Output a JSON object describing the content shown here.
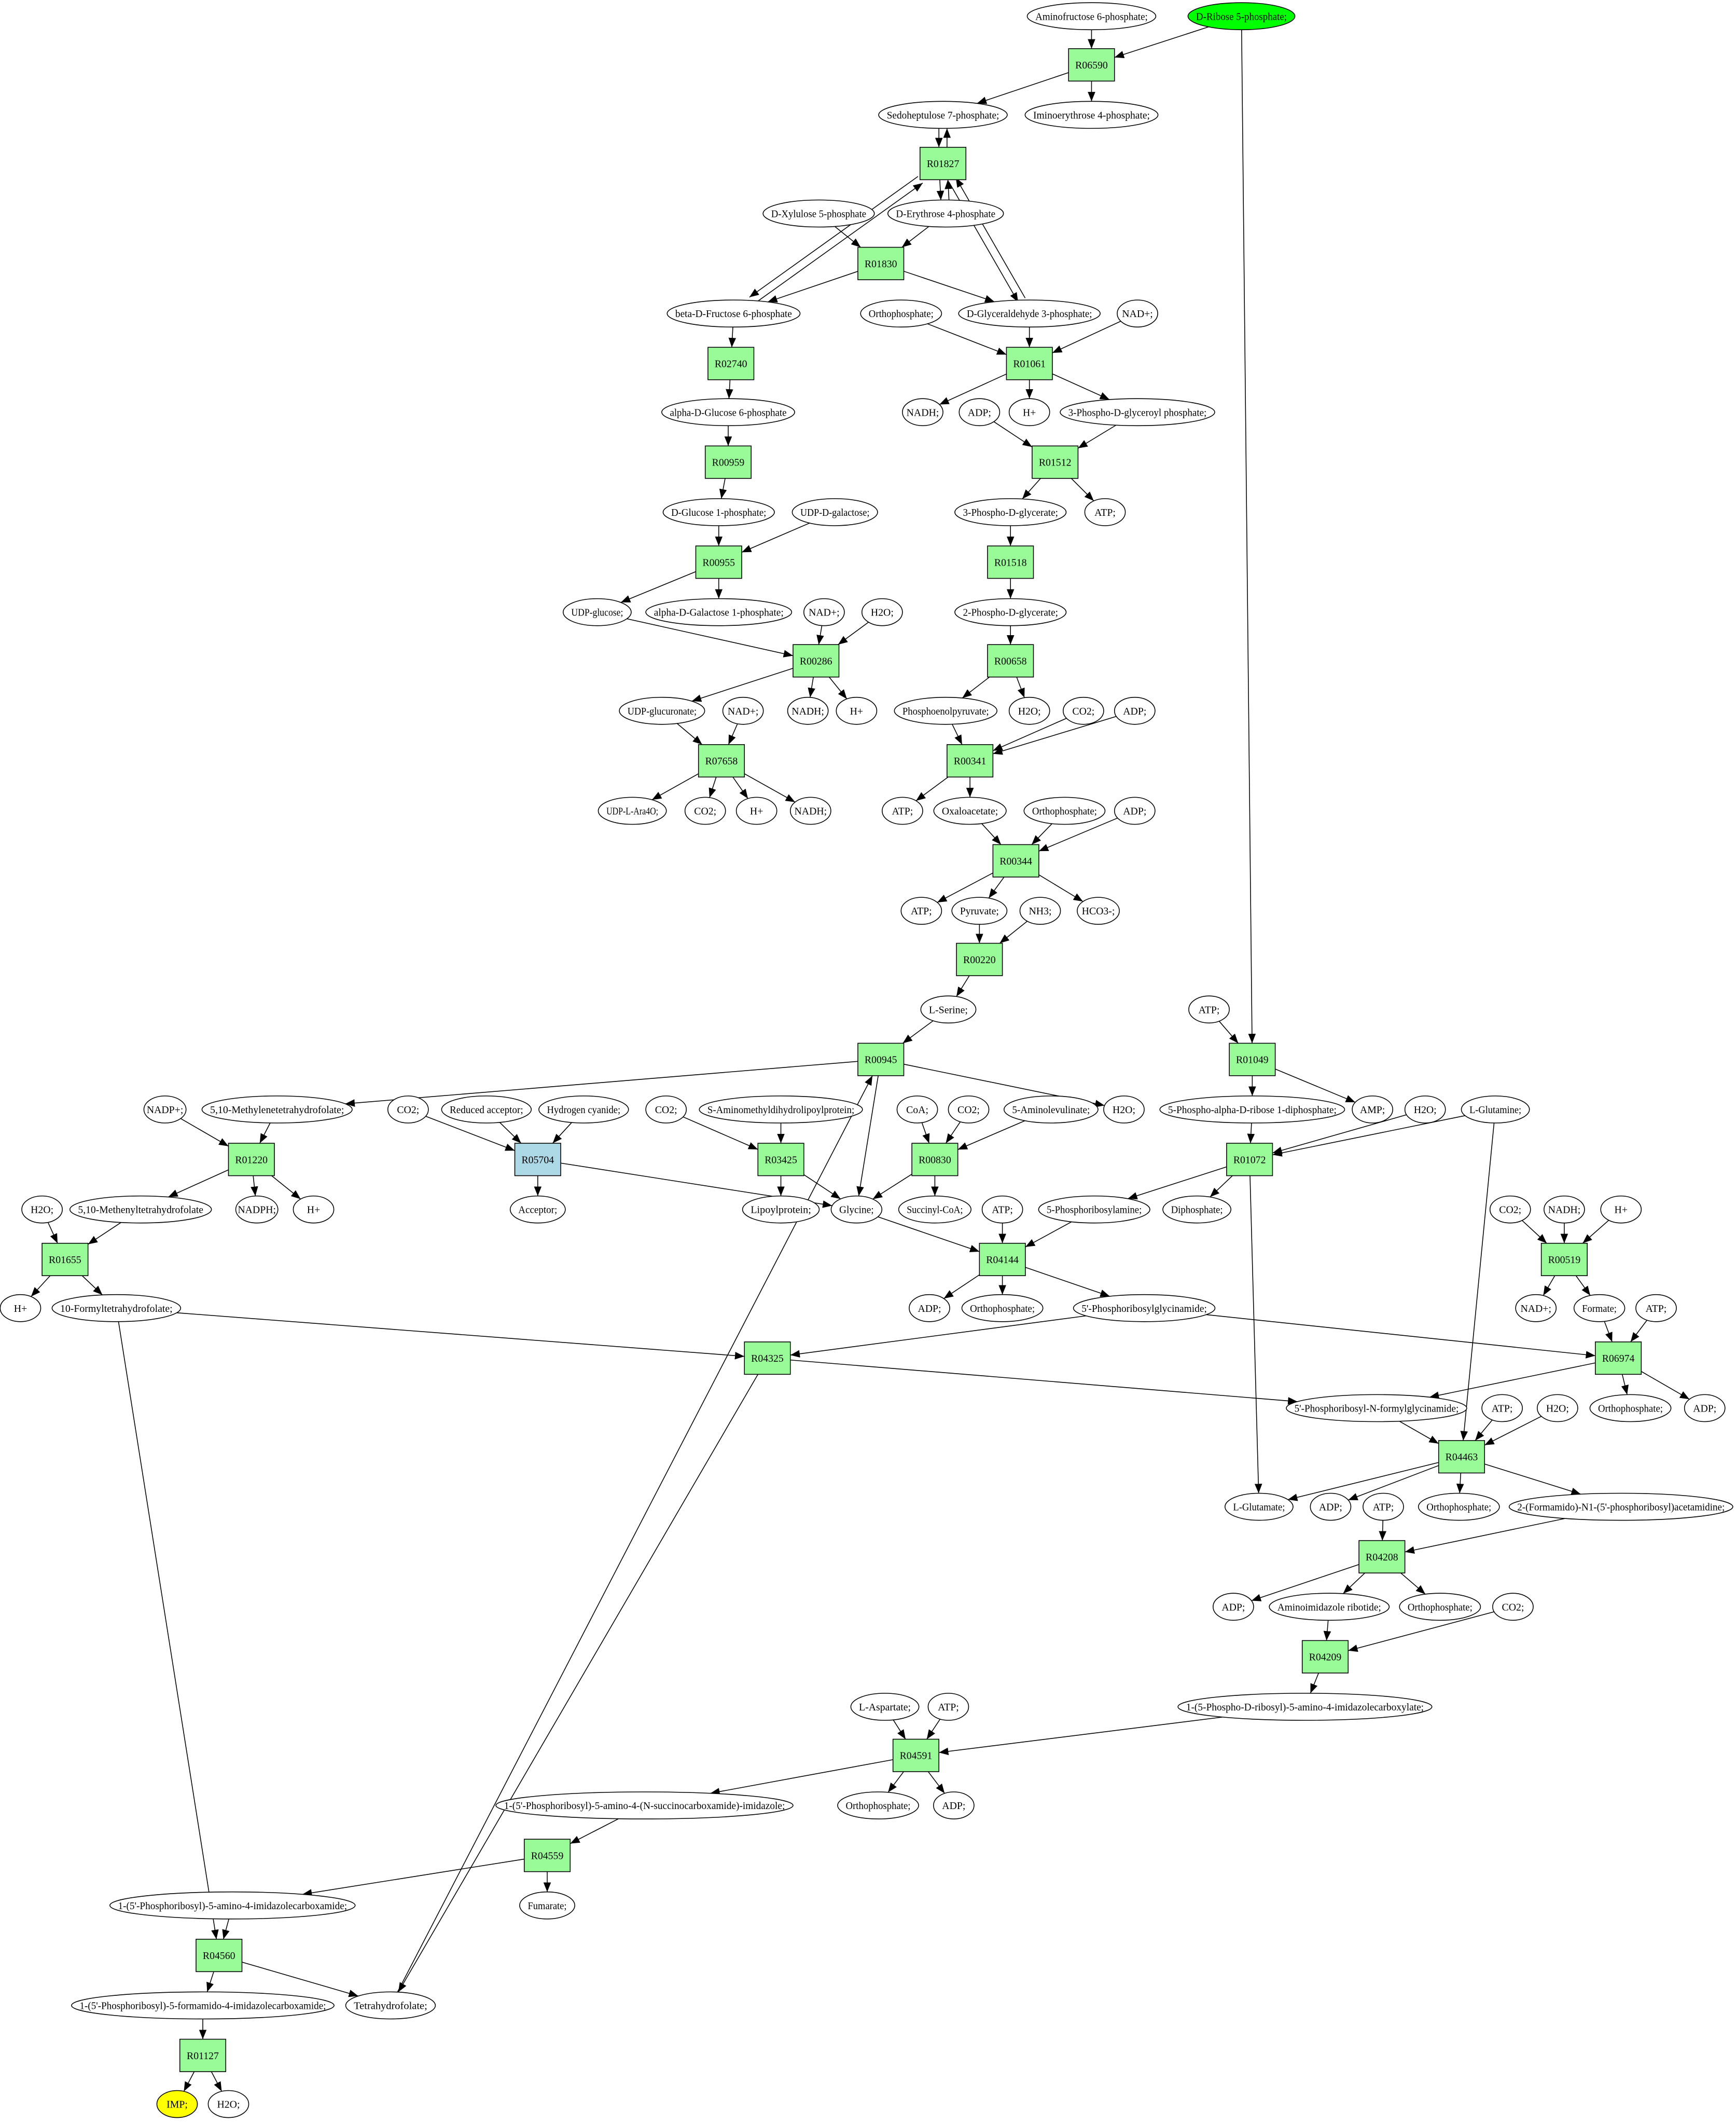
{
  "colors": {
    "reaction": "#98fb98",
    "reaction_alt": "#add8e6",
    "start": "#00ff00",
    "end": "#ffff00",
    "compound": "#ffffff"
  },
  "nodes": [
    {
      "id": "amino",
      "label": "Aminofructose 6-phosphate;",
      "type": "compound"
    },
    {
      "id": "rib",
      "label": "D-Ribose 5-phosphate;",
      "type": "compound",
      "fill": "start"
    },
    {
      "id": "R06590",
      "label": "R06590",
      "type": "reaction"
    },
    {
      "id": "sedo",
      "label": "Sedoheptulose 7-phosphate;",
      "type": "compound"
    },
    {
      "id": "imino",
      "label": "Iminoerythrose 4-phosphate;",
      "type": "compound"
    },
    {
      "id": "R01827",
      "label": "R01827",
      "type": "reaction"
    },
    {
      "id": "xyl",
      "label": "D-Xylulose 5-phosphate",
      "type": "compound"
    },
    {
      "id": "ery",
      "label": "D-Erythrose 4-phosphate",
      "type": "compound"
    },
    {
      "id": "R01830",
      "label": "R01830",
      "type": "reaction"
    },
    {
      "id": "fru",
      "label": "beta-D-Fructose 6-phosphate",
      "type": "compound"
    },
    {
      "id": "ortho1",
      "label": "Orthophosphate;",
      "type": "compound"
    },
    {
      "id": "gap",
      "label": "D-Glyceraldehyde 3-phosphate;",
      "type": "compound"
    },
    {
      "id": "nad1",
      "label": "NAD+;",
      "type": "compound"
    },
    {
      "id": "R02740",
      "label": "R02740",
      "type": "reaction"
    },
    {
      "id": "R01061",
      "label": "R01061",
      "type": "reaction"
    },
    {
      "id": "nadh1",
      "label": "NADH;",
      "type": "compound"
    },
    {
      "id": "adp1",
      "label": "ADP;",
      "type": "compound"
    },
    {
      "id": "h1",
      "label": "H+",
      "type": "compound"
    },
    {
      "id": "pgp",
      "label": "3-Phospho-D-glyceroyl phosphate;",
      "type": "compound"
    },
    {
      "id": "g6p",
      "label": "alpha-D-Glucose 6-phosphate",
      "type": "compound"
    },
    {
      "id": "R00959",
      "label": "R00959",
      "type": "reaction"
    },
    {
      "id": "R01512",
      "label": "R01512",
      "type": "reaction"
    },
    {
      "id": "g1p",
      "label": "D-Glucose 1-phosphate;",
      "type": "compound"
    },
    {
      "id": "udpgal",
      "label": "UDP-D-galactose;",
      "type": "compound"
    },
    {
      "id": "pg3",
      "label": "3-Phospho-D-glycerate;",
      "type": "compound"
    },
    {
      "id": "atp1",
      "label": "ATP;",
      "type": "compound"
    },
    {
      "id": "R00955",
      "label": "R00955",
      "type": "reaction"
    },
    {
      "id": "R01518",
      "label": "R01518",
      "type": "reaction"
    },
    {
      "id": "udpglc",
      "label": "UDP-glucose;",
      "type": "compound"
    },
    {
      "id": "agal1p",
      "label": "alpha-D-Galactose 1-phosphate;",
      "type": "compound"
    },
    {
      "id": "nad2",
      "label": "NAD+;",
      "type": "compound"
    },
    {
      "id": "h2o1",
      "label": "H2O;",
      "type": "compound"
    },
    {
      "id": "pg2",
      "label": "2-Phospho-D-glycerate;",
      "type": "compound"
    },
    {
      "id": "R00286",
      "label": "R00286",
      "type": "reaction"
    },
    {
      "id": "R00658",
      "label": "R00658",
      "type": "reaction"
    },
    {
      "id": "udpgluc",
      "label": "UDP-glucuronate;",
      "type": "compound"
    },
    {
      "id": "nad3",
      "label": "NAD+;",
      "type": "compound"
    },
    {
      "id": "nadh2",
      "label": "NADH;",
      "type": "compound"
    },
    {
      "id": "h2",
      "label": "H+",
      "type": "compound"
    },
    {
      "id": "pep",
      "label": "Phosphoenolpyruvate;",
      "type": "compound"
    },
    {
      "id": "h2o2",
      "label": "H2O;",
      "type": "compound"
    },
    {
      "id": "co2a",
      "label": "CO2;",
      "type": "compound"
    },
    {
      "id": "adp2",
      "label": "ADP;",
      "type": "compound"
    },
    {
      "id": "R07658",
      "label": "R07658",
      "type": "reaction"
    },
    {
      "id": "R00341",
      "label": "R00341",
      "type": "reaction"
    },
    {
      "id": "udpara",
      "label": "UDP-L-Ara4O;",
      "type": "compound"
    },
    {
      "id": "co2b",
      "label": "CO2;",
      "type": "compound"
    },
    {
      "id": "h3",
      "label": "H+",
      "type": "compound"
    },
    {
      "id": "nadh3",
      "label": "NADH;",
      "type": "compound"
    },
    {
      "id": "atp2",
      "label": "ATP;",
      "type": "compound"
    },
    {
      "id": "oaa",
      "label": "Oxaloacetate;",
      "type": "compound"
    },
    {
      "id": "ortho2",
      "label": "Orthophosphate;",
      "type": "compound"
    },
    {
      "id": "adp3",
      "label": "ADP;",
      "type": "compound"
    },
    {
      "id": "R00344",
      "label": "R00344",
      "type": "reaction"
    },
    {
      "id": "atp3",
      "label": "ATP;",
      "type": "compound"
    },
    {
      "id": "pyr",
      "label": "Pyruvate;",
      "type": "compound"
    },
    {
      "id": "nh3",
      "label": "NH3;",
      "type": "compound"
    },
    {
      "id": "hco3",
      "label": "HCO3-;",
      "type": "compound"
    },
    {
      "id": "R00220",
      "label": "R00220",
      "type": "reaction"
    },
    {
      "id": "ser",
      "label": "L-Serine;",
      "type": "compound"
    },
    {
      "id": "atp4",
      "label": "ATP;",
      "type": "compound"
    },
    {
      "id": "R00945",
      "label": "R00945",
      "type": "reaction"
    },
    {
      "id": "R01049",
      "label": "R01049",
      "type": "reaction"
    },
    {
      "id": "nadp",
      "label": "NADP+;",
      "type": "compound"
    },
    {
      "id": "mthf",
      "label": "5,10-Methylenetetrahydrofolate;",
      "type": "compound"
    },
    {
      "id": "co2c",
      "label": "CO2;",
      "type": "compound"
    },
    {
      "id": "redacc",
      "label": "Reduced acceptor;",
      "type": "compound"
    },
    {
      "id": "hcn",
      "label": "Hydrogen cyanide;",
      "type": "compound"
    },
    {
      "id": "co2d",
      "label": "CO2;",
      "type": "compound"
    },
    {
      "id": "samdl",
      "label": "S-Aminomethyldihydrolipoylprotein;",
      "type": "compound"
    },
    {
      "id": "coa",
      "label": "CoA;",
      "type": "compound"
    },
    {
      "id": "co2e",
      "label": "CO2;",
      "type": "compound"
    },
    {
      "id": "ala",
      "label": "5-Aminolevulinate;",
      "type": "compound"
    },
    {
      "id": "h2o3",
      "label": "H2O;",
      "type": "compound"
    },
    {
      "id": "prpp",
      "label": "5-Phospho-alpha-D-ribose 1-diphosphate;",
      "type": "compound"
    },
    {
      "id": "amp",
      "label": "AMP;",
      "type": "compound"
    },
    {
      "id": "h2o4",
      "label": "H2O;",
      "type": "compound"
    },
    {
      "id": "gln",
      "label": "L-Glutamine;",
      "type": "compound"
    },
    {
      "id": "R01220",
      "label": "R01220",
      "type": "reaction"
    },
    {
      "id": "R05704",
      "label": "R05704",
      "type": "reaction",
      "fill": "reaction_alt"
    },
    {
      "id": "R03425",
      "label": "R03425",
      "type": "reaction"
    },
    {
      "id": "R00830",
      "label": "R00830",
      "type": "reaction"
    },
    {
      "id": "R01072",
      "label": "R01072",
      "type": "reaction"
    },
    {
      "id": "h2o5",
      "label": "H2O;",
      "type": "compound"
    },
    {
      "id": "methf",
      "label": "5,10-Methenyltetrahydrofolate",
      "type": "compound"
    },
    {
      "id": "nadph",
      "label": "NADPH;",
      "type": "compound"
    },
    {
      "id": "h4",
      "label": "H+",
      "type": "compound"
    },
    {
      "id": "acc",
      "label": "Acceptor;",
      "type": "compound"
    },
    {
      "id": "lipo",
      "label": "Lipoylprotein;",
      "type": "compound"
    },
    {
      "id": "gly",
      "label": "Glycine;",
      "type": "compound"
    },
    {
      "id": "succ",
      "label": "Succinyl-CoA;",
      "type": "compound"
    },
    {
      "id": "atp5",
      "label": "ATP;",
      "type": "compound"
    },
    {
      "id": "prpa",
      "label": "5-Phosphoribosylamine;",
      "type": "compound"
    },
    {
      "id": "ppi",
      "label": "Diphosphate;",
      "type": "compound"
    },
    {
      "id": "co2f",
      "label": "CO2;",
      "type": "compound"
    },
    {
      "id": "nadh4",
      "label": "NADH;",
      "type": "compound"
    },
    {
      "id": "h5",
      "label": "H+",
      "type": "compound"
    },
    {
      "id": "R01655",
      "label": "R01655",
      "type": "reaction"
    },
    {
      "id": "R04144",
      "label": "R04144",
      "type": "reaction"
    },
    {
      "id": "R00519",
      "label": "R00519",
      "type": "reaction"
    },
    {
      "id": "h6",
      "label": "H+",
      "type": "compound"
    },
    {
      "id": "f10",
      "label": "10-Formyltetrahydrofolate;",
      "type": "compound"
    },
    {
      "id": "adp4",
      "label": "ADP;",
      "type": "compound"
    },
    {
      "id": "ortho3",
      "label": "Orthophosphate;",
      "type": "compound"
    },
    {
      "id": "gar",
      "label": "5'-Phosphoribosylglycinamide;",
      "type": "compound"
    },
    {
      "id": "nad4",
      "label": "NAD+;",
      "type": "compound"
    },
    {
      "id": "formate",
      "label": "Formate;",
      "type": "compound"
    },
    {
      "id": "atp6",
      "label": "ATP;",
      "type": "compound"
    },
    {
      "id": "R04325",
      "label": "R04325",
      "type": "reaction"
    },
    {
      "id": "R06974",
      "label": "R06974",
      "type": "reaction"
    },
    {
      "id": "fgar",
      "label": "5'-Phosphoribosyl-N-formylglycinamide;",
      "type": "compound"
    },
    {
      "id": "atp7",
      "label": "ATP;",
      "type": "compound"
    },
    {
      "id": "h2o6",
      "label": "H2O;",
      "type": "compound"
    },
    {
      "id": "ortho4",
      "label": "Orthophosphate;",
      "type": "compound"
    },
    {
      "id": "adp5",
      "label": "ADP;",
      "type": "compound"
    },
    {
      "id": "R04463",
      "label": "R04463",
      "type": "reaction"
    },
    {
      "id": "glu",
      "label": "L-Glutamate;",
      "type": "compound"
    },
    {
      "id": "adp6",
      "label": "ADP;",
      "type": "compound"
    },
    {
      "id": "atp8",
      "label": "ATP;",
      "type": "compound"
    },
    {
      "id": "ortho5",
      "label": "Orthophosphate;",
      "type": "compound"
    },
    {
      "id": "fgam",
      "label": "2-(Formamido)-N1-(5'-phosphoribosyl)acetamidine;",
      "type": "compound"
    },
    {
      "id": "R04208",
      "label": "R04208",
      "type": "reaction"
    },
    {
      "id": "adp7",
      "label": "ADP;",
      "type": "compound"
    },
    {
      "id": "air",
      "label": "Aminoimidazole ribotide;",
      "type": "compound"
    },
    {
      "id": "ortho6",
      "label": "Orthophosphate;",
      "type": "compound"
    },
    {
      "id": "co2g",
      "label": "CO2;",
      "type": "compound"
    },
    {
      "id": "R04209",
      "label": "R04209",
      "type": "reaction"
    },
    {
      "id": "cair",
      "label": "1-(5-Phospho-D-ribosyl)-5-amino-4-imidazolecarboxylate;",
      "type": "compound"
    },
    {
      "id": "asp",
      "label": "L-Aspartate;",
      "type": "compound"
    },
    {
      "id": "atp9",
      "label": "ATP;",
      "type": "compound"
    },
    {
      "id": "R04591",
      "label": "R04591",
      "type": "reaction"
    },
    {
      "id": "saicar",
      "label": "1-(5'-Phosphoribosyl)-5-amino-4-(N-succinocarboxamide)-imidazole;",
      "type": "compound"
    },
    {
      "id": "ortho7",
      "label": "Orthophosphate;",
      "type": "compound"
    },
    {
      "id": "adp8",
      "label": "ADP;",
      "type": "compound"
    },
    {
      "id": "R04559",
      "label": "R04559",
      "type": "reaction"
    },
    {
      "id": "aicar",
      "label": "1-(5'-Phosphoribosyl)-5-amino-4-imidazolecarboxamide;",
      "type": "compound"
    },
    {
      "id": "fum",
      "label": "Fumarate;",
      "type": "compound"
    },
    {
      "id": "R04560",
      "label": "R04560",
      "type": "reaction"
    },
    {
      "id": "faicar",
      "label": "1-(5'-Phosphoribosyl)-5-formamido-4-imidazolecarboxamide;",
      "type": "compound"
    },
    {
      "id": "thf",
      "label": "Tetrahydrofolate;",
      "type": "compound"
    },
    {
      "id": "R01127",
      "label": "R01127",
      "type": "reaction"
    },
    {
      "id": "imp",
      "label": "IMP;",
      "type": "compound",
      "fill": "end"
    },
    {
      "id": "h2o7",
      "label": "H2O;",
      "type": "compound"
    }
  ],
  "edges": [
    [
      "amino",
      "R06590"
    ],
    [
      "rib",
      "R06590"
    ],
    [
      "rib",
      "R01049"
    ],
    [
      "R06590",
      "sedo"
    ],
    [
      "R06590",
      "imino"
    ],
    [
      "sedo",
      "R01827"
    ],
    [
      "R01827",
      "sedo"
    ],
    [
      "R01827",
      "ery"
    ],
    [
      "ery",
      "R01827"
    ],
    [
      "fru",
      "R01827"
    ],
    [
      "R01827",
      "fru"
    ],
    [
      "gap",
      "R01827"
    ],
    [
      "R01827",
      "gap"
    ],
    [
      "xyl",
      "R01830"
    ],
    [
      "ery",
      "R01830"
    ],
    [
      "R01830",
      "fru"
    ],
    [
      "R01830",
      "gap"
    ],
    [
      "fru",
      "R02740"
    ],
    [
      "R02740",
      "g6p"
    ],
    [
      "g6p",
      "R00959"
    ],
    [
      "R00959",
      "g1p"
    ],
    [
      "g1p",
      "R00955"
    ],
    [
      "udpgal",
      "R00955"
    ],
    [
      "R00955",
      "udpglc"
    ],
    [
      "R00955",
      "agal1p"
    ],
    [
      "udpglc",
      "R00286"
    ],
    [
      "nad2",
      "R00286"
    ],
    [
      "h2o1",
      "R00286"
    ],
    [
      "R00286",
      "udpgluc"
    ],
    [
      "R00286",
      "nadh2"
    ],
    [
      "R00286",
      "h2"
    ],
    [
      "udpgluc",
      "R07658"
    ],
    [
      "nad3",
      "R07658"
    ],
    [
      "R07658",
      "udpara"
    ],
    [
      "R07658",
      "co2b"
    ],
    [
      "R07658",
      "h3"
    ],
    [
      "R07658",
      "nadh3"
    ],
    [
      "ortho1",
      "R01061"
    ],
    [
      "gap",
      "R01061"
    ],
    [
      "nad1",
      "R01061"
    ],
    [
      "R01061",
      "nadh1"
    ],
    [
      "R01061",
      "h1"
    ],
    [
      "R01061",
      "pgp"
    ],
    [
      "adp1",
      "R01512"
    ],
    [
      "pgp",
      "R01512"
    ],
    [
      "R01512",
      "pg3"
    ],
    [
      "R01512",
      "atp1"
    ],
    [
      "pg3",
      "R01518"
    ],
    [
      "R01518",
      "pg2"
    ],
    [
      "pg2",
      "R00658"
    ],
    [
      "R00658",
      "pep"
    ],
    [
      "R00658",
      "h2o2"
    ],
    [
      "pep",
      "R00341"
    ],
    [
      "co2a",
      "R00341"
    ],
    [
      "adp2",
      "R00341"
    ],
    [
      "R00341",
      "atp2"
    ],
    [
      "R00341",
      "oaa"
    ],
    [
      "oaa",
      "R00344"
    ],
    [
      "ortho2",
      "R00344"
    ],
    [
      "adp3",
      "R00344"
    ],
    [
      "R00344",
      "atp3"
    ],
    [
      "R00344",
      "pyr"
    ],
    [
      "R00344",
      "hco3"
    ],
    [
      "pyr",
      "R00220"
    ],
    [
      "nh3",
      "R00220"
    ],
    [
      "R00220",
      "ser"
    ],
    [
      "ser",
      "R00945"
    ],
    [
      "thf",
      "R00945"
    ],
    [
      "R00945",
      "mthf"
    ],
    [
      "R00945",
      "h2o3"
    ],
    [
      "R00945",
      "gly"
    ],
    [
      "nadp",
      "R01220"
    ],
    [
      "mthf",
      "R01220"
    ],
    [
      "R01220",
      "methf"
    ],
    [
      "R01220",
      "nadph"
    ],
    [
      "R01220",
      "h4"
    ],
    [
      "h2o5",
      "R01655"
    ],
    [
      "methf",
      "R01655"
    ],
    [
      "R01655",
      "h6"
    ],
    [
      "R01655",
      "f10"
    ],
    [
      "co2c",
      "R05704"
    ],
    [
      "redacc",
      "R05704"
    ],
    [
      "hcn",
      "R05704"
    ],
    [
      "R05704",
      "acc"
    ],
    [
      "R05704",
      "gly"
    ],
    [
      "co2d",
      "R03425"
    ],
    [
      "samdl",
      "R03425"
    ],
    [
      "R03425",
      "lipo"
    ],
    [
      "R03425",
      "gly"
    ],
    [
      "coa",
      "R00830"
    ],
    [
      "co2e",
      "R00830"
    ],
    [
      "ala",
      "R00830"
    ],
    [
      "R00830",
      "gly"
    ],
    [
      "R00830",
      "succ"
    ],
    [
      "gly",
      "R04144"
    ],
    [
      "atp5",
      "R04144"
    ],
    [
      "prpa",
      "R04144"
    ],
    [
      "R04144",
      "adp4"
    ],
    [
      "R04144",
      "ortho3"
    ],
    [
      "R04144",
      "gar"
    ],
    [
      "atp4",
      "R01049"
    ],
    [
      "R01049",
      "prpp"
    ],
    [
      "R01049",
      "amp"
    ],
    [
      "prpp",
      "R01072"
    ],
    [
      "h2o4",
      "R01072"
    ],
    [
      "gln",
      "R01072"
    ],
    [
      "R01072",
      "prpa"
    ],
    [
      "R01072",
      "ppi"
    ],
    [
      "R01072",
      "glu"
    ],
    [
      "co2f",
      "R00519"
    ],
    [
      "nadh4",
      "R00519"
    ],
    [
      "h5",
      "R00519"
    ],
    [
      "R00519",
      "nad4"
    ],
    [
      "R00519",
      "formate"
    ],
    [
      "f10",
      "R04325"
    ],
    [
      "gar",
      "R04325"
    ],
    [
      "R04325",
      "fgar"
    ],
    [
      "R04325",
      "thf"
    ],
    [
      "gar",
      "R06974"
    ],
    [
      "formate",
      "R06974"
    ],
    [
      "atp6",
      "R06974"
    ],
    [
      "R06974",
      "fgar"
    ],
    [
      "R06974",
      "ortho4"
    ],
    [
      "R06974",
      "adp5"
    ],
    [
      "fgar",
      "R04463"
    ],
    [
      "atp7",
      "R04463"
    ],
    [
      "h2o6",
      "R04463"
    ],
    [
      "gln",
      "R04463"
    ],
    [
      "R04463",
      "glu"
    ],
    [
      "R04463",
      "adp6"
    ],
    [
      "R04463",
      "ortho5"
    ],
    [
      "R04463",
      "fgam"
    ],
    [
      "atp8",
      "R04208"
    ],
    [
      "fgam",
      "R04208"
    ],
    [
      "R04208",
      "adp7"
    ],
    [
      "R04208",
      "air"
    ],
    [
      "R04208",
      "ortho6"
    ],
    [
      "air",
      "R04209"
    ],
    [
      "co2g",
      "R04209"
    ],
    [
      "R04209",
      "cair"
    ],
    [
      "cair",
      "R04591"
    ],
    [
      "asp",
      "R04591"
    ],
    [
      "atp9",
      "R04591"
    ],
    [
      "R04591",
      "saicar"
    ],
    [
      "R04591",
      "ortho7"
    ],
    [
      "R04591",
      "adp8"
    ],
    [
      "saicar",
      "R04559"
    ],
    [
      "R04559",
      "aicar"
    ],
    [
      "R04559",
      "fum"
    ],
    [
      "aicar",
      "R04560"
    ],
    [
      "f10",
      "R04560"
    ],
    [
      "R04560",
      "faicar"
    ],
    [
      "R04560",
      "thf"
    ],
    [
      "faicar",
      "R01127"
    ],
    [
      "R01127",
      "imp"
    ],
    [
      "R01127",
      "h2o7"
    ]
  ]
}
